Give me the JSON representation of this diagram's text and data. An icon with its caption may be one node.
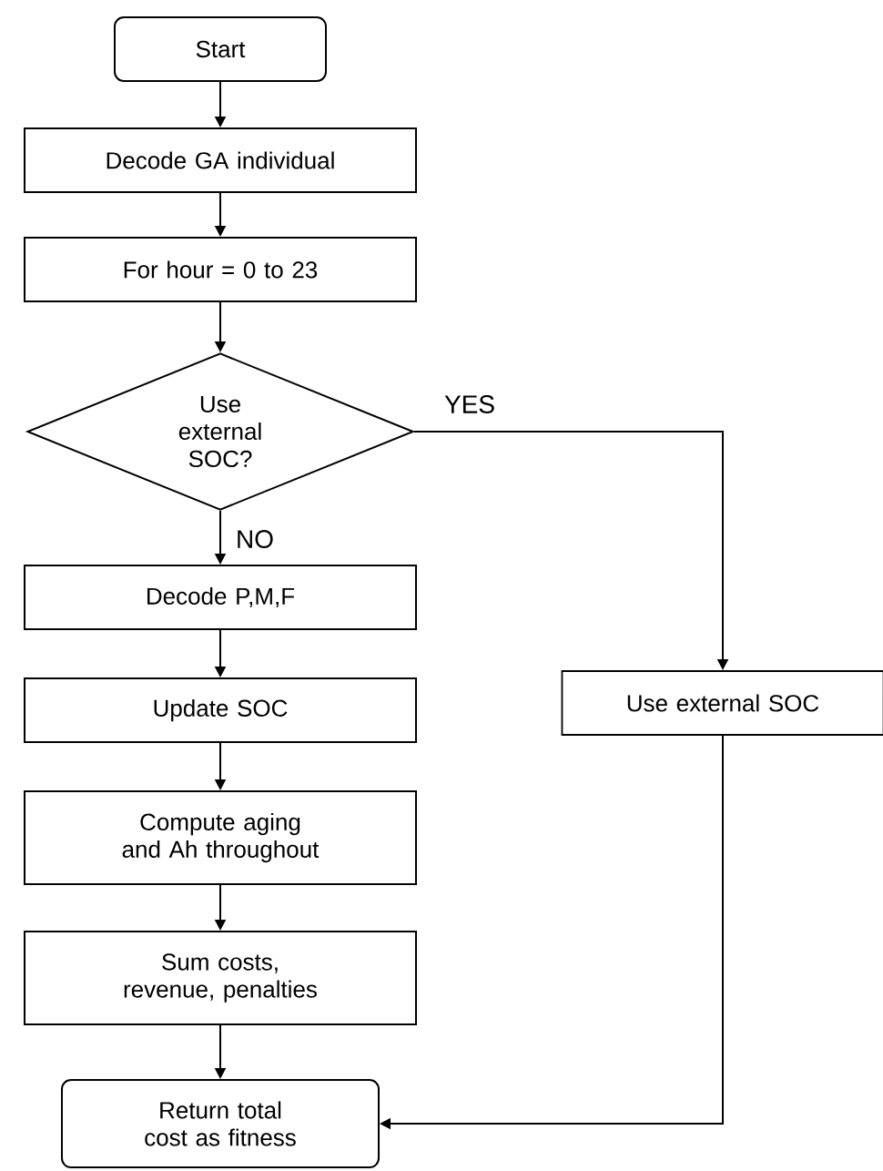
{
  "diagram": {
    "nodes": [
      {
        "text": [
          "Start"
        ]
      },
      {
        "text": [
          "Decode GA individual"
        ]
      },
      {
        "text": [
          "For hour = 0 to 23"
        ]
      },
      {
        "text": [
          "Use external SOC?"
        ]
      },
      {
        "text": [
          "Decode P,M,F"
        ]
      },
      {
        "text": [
          "Update SOC"
        ]
      },
      {
        "text": [
          "Compute aging and Ah throughout"
        ]
      },
      {
        "text": [
          "Sum costs, revenue, penalties"
        ]
      },
      {
        "text": [
          "Return total cost as fitness"
        ]
      },
      {
        "text": [
          "Use external SOC"
        ]
      }
    ],
    "edges": [
      {
        "from": 0,
        "to": 1,
        "arrow": "to"
      },
      {
        "from": 1,
        "to": 2,
        "arrow": "to"
      },
      {
        "from": 2,
        "to": 3,
        "arrow": "to"
      },
      {
        "from": 3,
        "to": 4,
        "arrow": "to",
        "label": "NO"
      },
      {
        "from": 3,
        "to": 9,
        "arrow": "to",
        "label": "YES"
      },
      {
        "from": 4,
        "to": 5,
        "arrow": "to"
      },
      {
        "from": 5,
        "to": 6,
        "arrow": "to"
      },
      {
        "from": 6,
        "to": 7,
        "arrow": "to"
      },
      {
        "from": 7,
        "to": 8,
        "arrow": "to"
      },
      {
        "from": 9,
        "to": 8,
        "arrow": "to"
      }
    ]
  }
}
